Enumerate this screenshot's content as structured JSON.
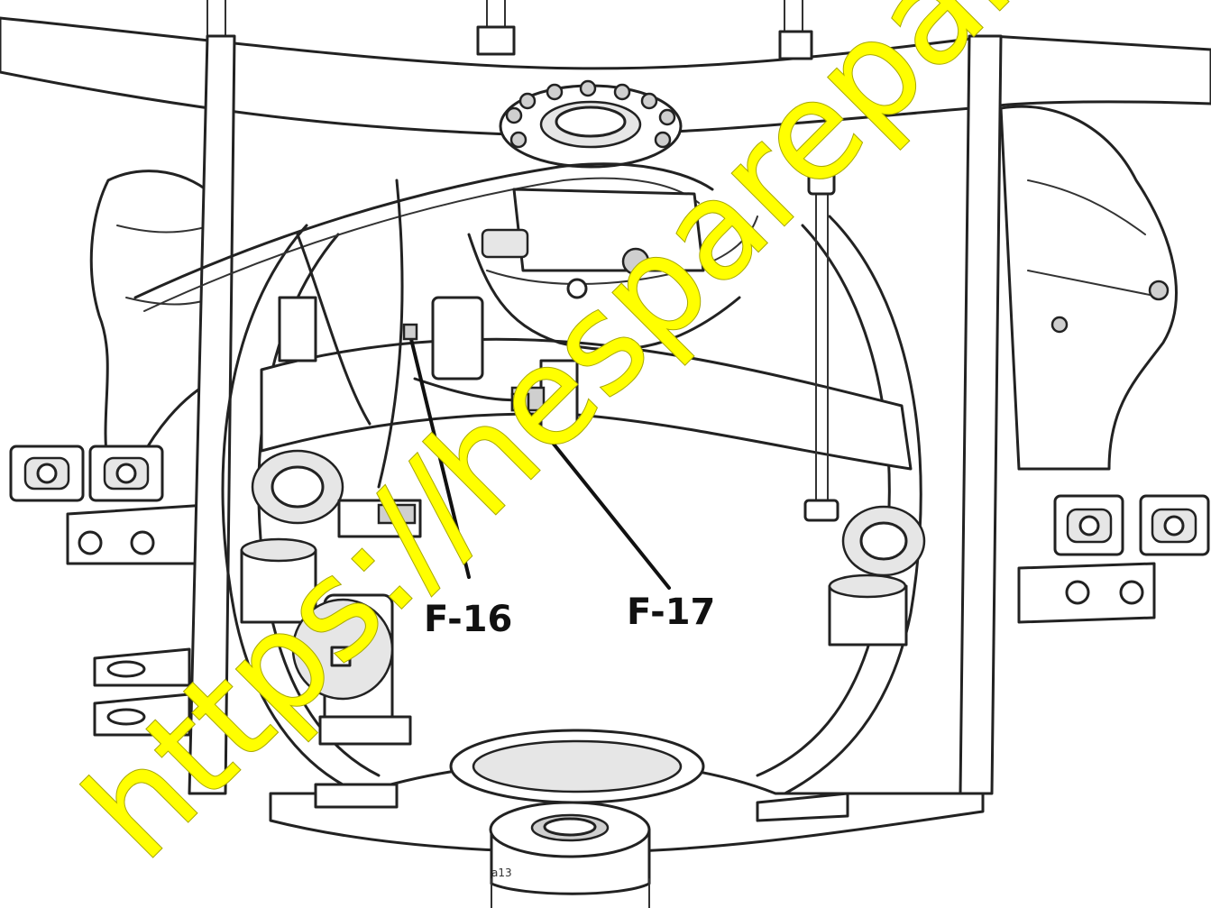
{
  "diagram": {
    "callouts": [
      {
        "id": "f16",
        "label": "F-16"
      },
      {
        "id": "f17",
        "label": "F-17"
      }
    ],
    "small_mark": "a13"
  },
  "watermark": {
    "text": "https://hespareparts.co",
    "color": "#ffff00"
  }
}
